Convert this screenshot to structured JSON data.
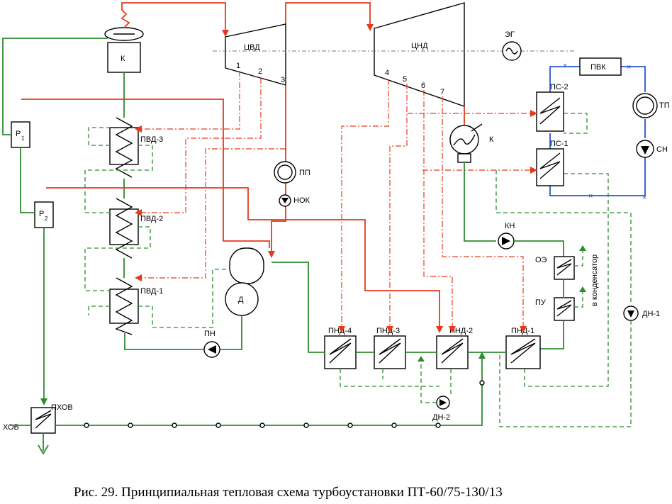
{
  "labels": {
    "cvd": "ЦВД",
    "cnd": "ЦНД",
    "eg": "ЭГ",
    "k_boiler": "К",
    "k_condenser": "К",
    "pvk": "ПВК",
    "ps2": "ПС-2",
    "ps1": "ПС-1",
    "tp": "ТП",
    "sn": "СН",
    "pvd3": "ПВД-3",
    "pvd2": "ПВД-2",
    "pvd1": "ПВД-1",
    "p1_main": "Р",
    "p1_sub": "1",
    "p2_main": "Р",
    "p2_sub": "2",
    "pp": "ПП",
    "nok": "НОК",
    "d": "Д",
    "pn": "ПН",
    "kn": "КН",
    "oe": "ОЭ",
    "pu": "ПУ",
    "to_condenser": "в конденсатор",
    "dn1": "ДН-1",
    "dn2": "ДН-2",
    "pnd4": "ПНД-4",
    "pnd3": "ПНД-3",
    "pnd2": "ПНД-2",
    "pnd1": "ПНД-1",
    "hov": "ХОВ",
    "phov": "ПХОВ",
    "ext1": "1",
    "ext2": "2",
    "ext3": "3",
    "ext4": "4",
    "ext5": "5",
    "ext6": "6",
    "ext7": "7"
  },
  "caption": "Рис. 29. Принципиальная тепловая схема турбоустановки ПТ-60/75-130/13",
  "colors": {
    "steam": "#e8391d",
    "water": "#2e8b2e",
    "network_water": "#2a55d6",
    "equipment": "#000000"
  }
}
